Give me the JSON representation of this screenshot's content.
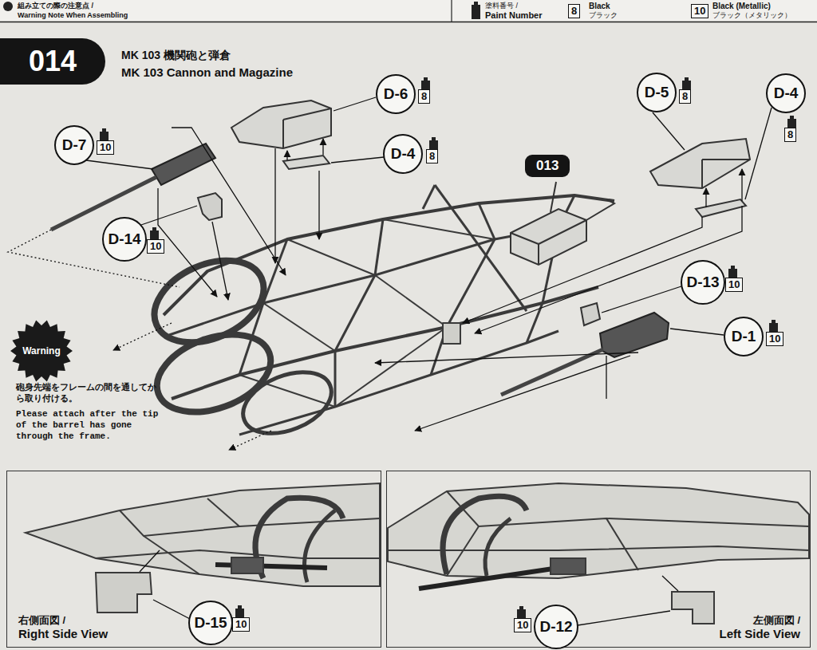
{
  "diagram": {
    "title": "MK 103 機関砲と弾倉",
    "nodes": [
      {
        "text": [
          "014"
        ]
      },
      {
        "text": [
          "D-6"
        ]
      },
      {
        "text": [
          "D-4"
        ]
      },
      {
        "text": [
          "D-7"
        ]
      },
      {
        "text": [
          "013"
        ]
      },
      {
        "text": [
          "D-5"
        ]
      },
      {
        "text": [
          "D-4"
        ]
      },
      {
        "text": [
          "D-14"
        ]
      },
      {
        "text": [
          "D-13"
        ]
      },
      {
        "text": [
          "Warning"
        ]
      },
      {
        "text": [
          "D-1"
        ]
      },
      {
        "text": [
          "右側面図 /",
          "Right Side View"
        ]
      },
      {
        "text": [
          "D-15"
        ],
        "in": 11
      },
      {
        "text": [
          "左側面図 /",
          "Left Side View"
        ]
      },
      {
        "text": [
          "D-12"
        ],
        "in": 13
      }
    ],
    "labels": [
      "組み立ての際の注意点 /",
      "Warning Note When Assembling",
      "塗料番号 /",
      "Paint Number",
      "8",
      "Black",
      "ブラック",
      "10",
      "Black (Metallic)",
      "ブラック（メタリック）",
      "MK 103 Cannon and Magazine",
      "8",
      "8",
      "10",
      "8",
      "8",
      "10",
      "10",
      "10",
      "砲身先端をフレームの間を通してから取り付ける。",
      "Please attach after the tip of the barrel has gone through the frame.",
      "10",
      "10"
    ]
  }
}
